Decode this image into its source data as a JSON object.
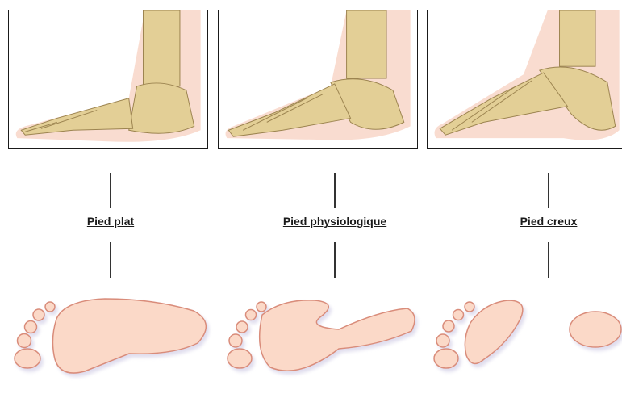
{
  "labels": {
    "flat": "Pied plat",
    "normal": "Pied physiologique",
    "hollow": "Pied creux"
  },
  "colors": {
    "bone": "#e3cf96",
    "bone_stroke": "#9c8450",
    "skin": "#f7d3c4",
    "print_fill": "#fbd9c8",
    "print_stroke": "#d98c7a",
    "shadow": "#b9b4d6",
    "frame": "#1a1a1a"
  }
}
